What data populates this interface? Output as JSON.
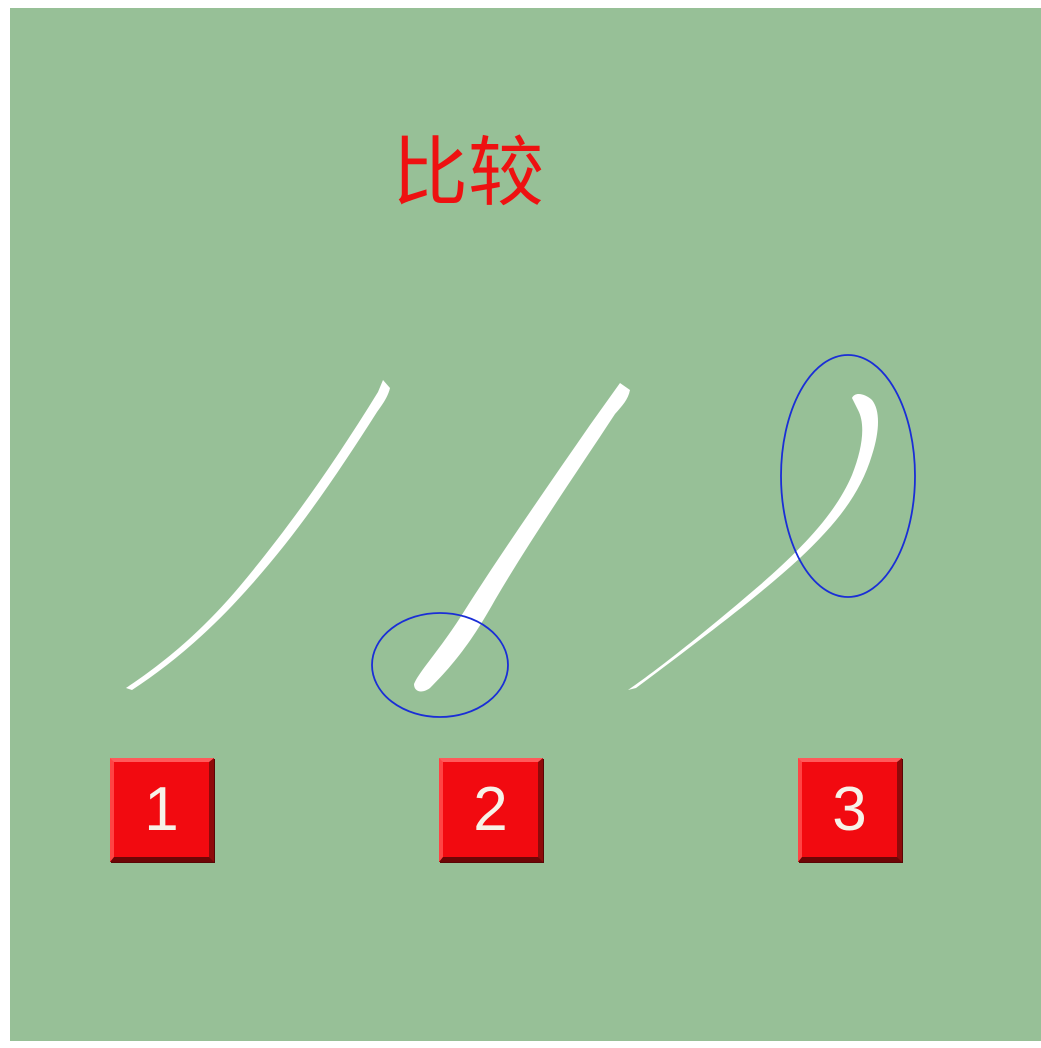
{
  "title": "比较",
  "buttons": [
    {
      "label": "1"
    },
    {
      "label": "2"
    },
    {
      "label": "3"
    }
  ],
  "colors": {
    "background": "#97c097",
    "title": "#ee1111",
    "button": "#f20a10",
    "button_text": "#f7f2e8",
    "stroke": "#ffffff",
    "highlight_ellipse": "#1a2ed6"
  }
}
